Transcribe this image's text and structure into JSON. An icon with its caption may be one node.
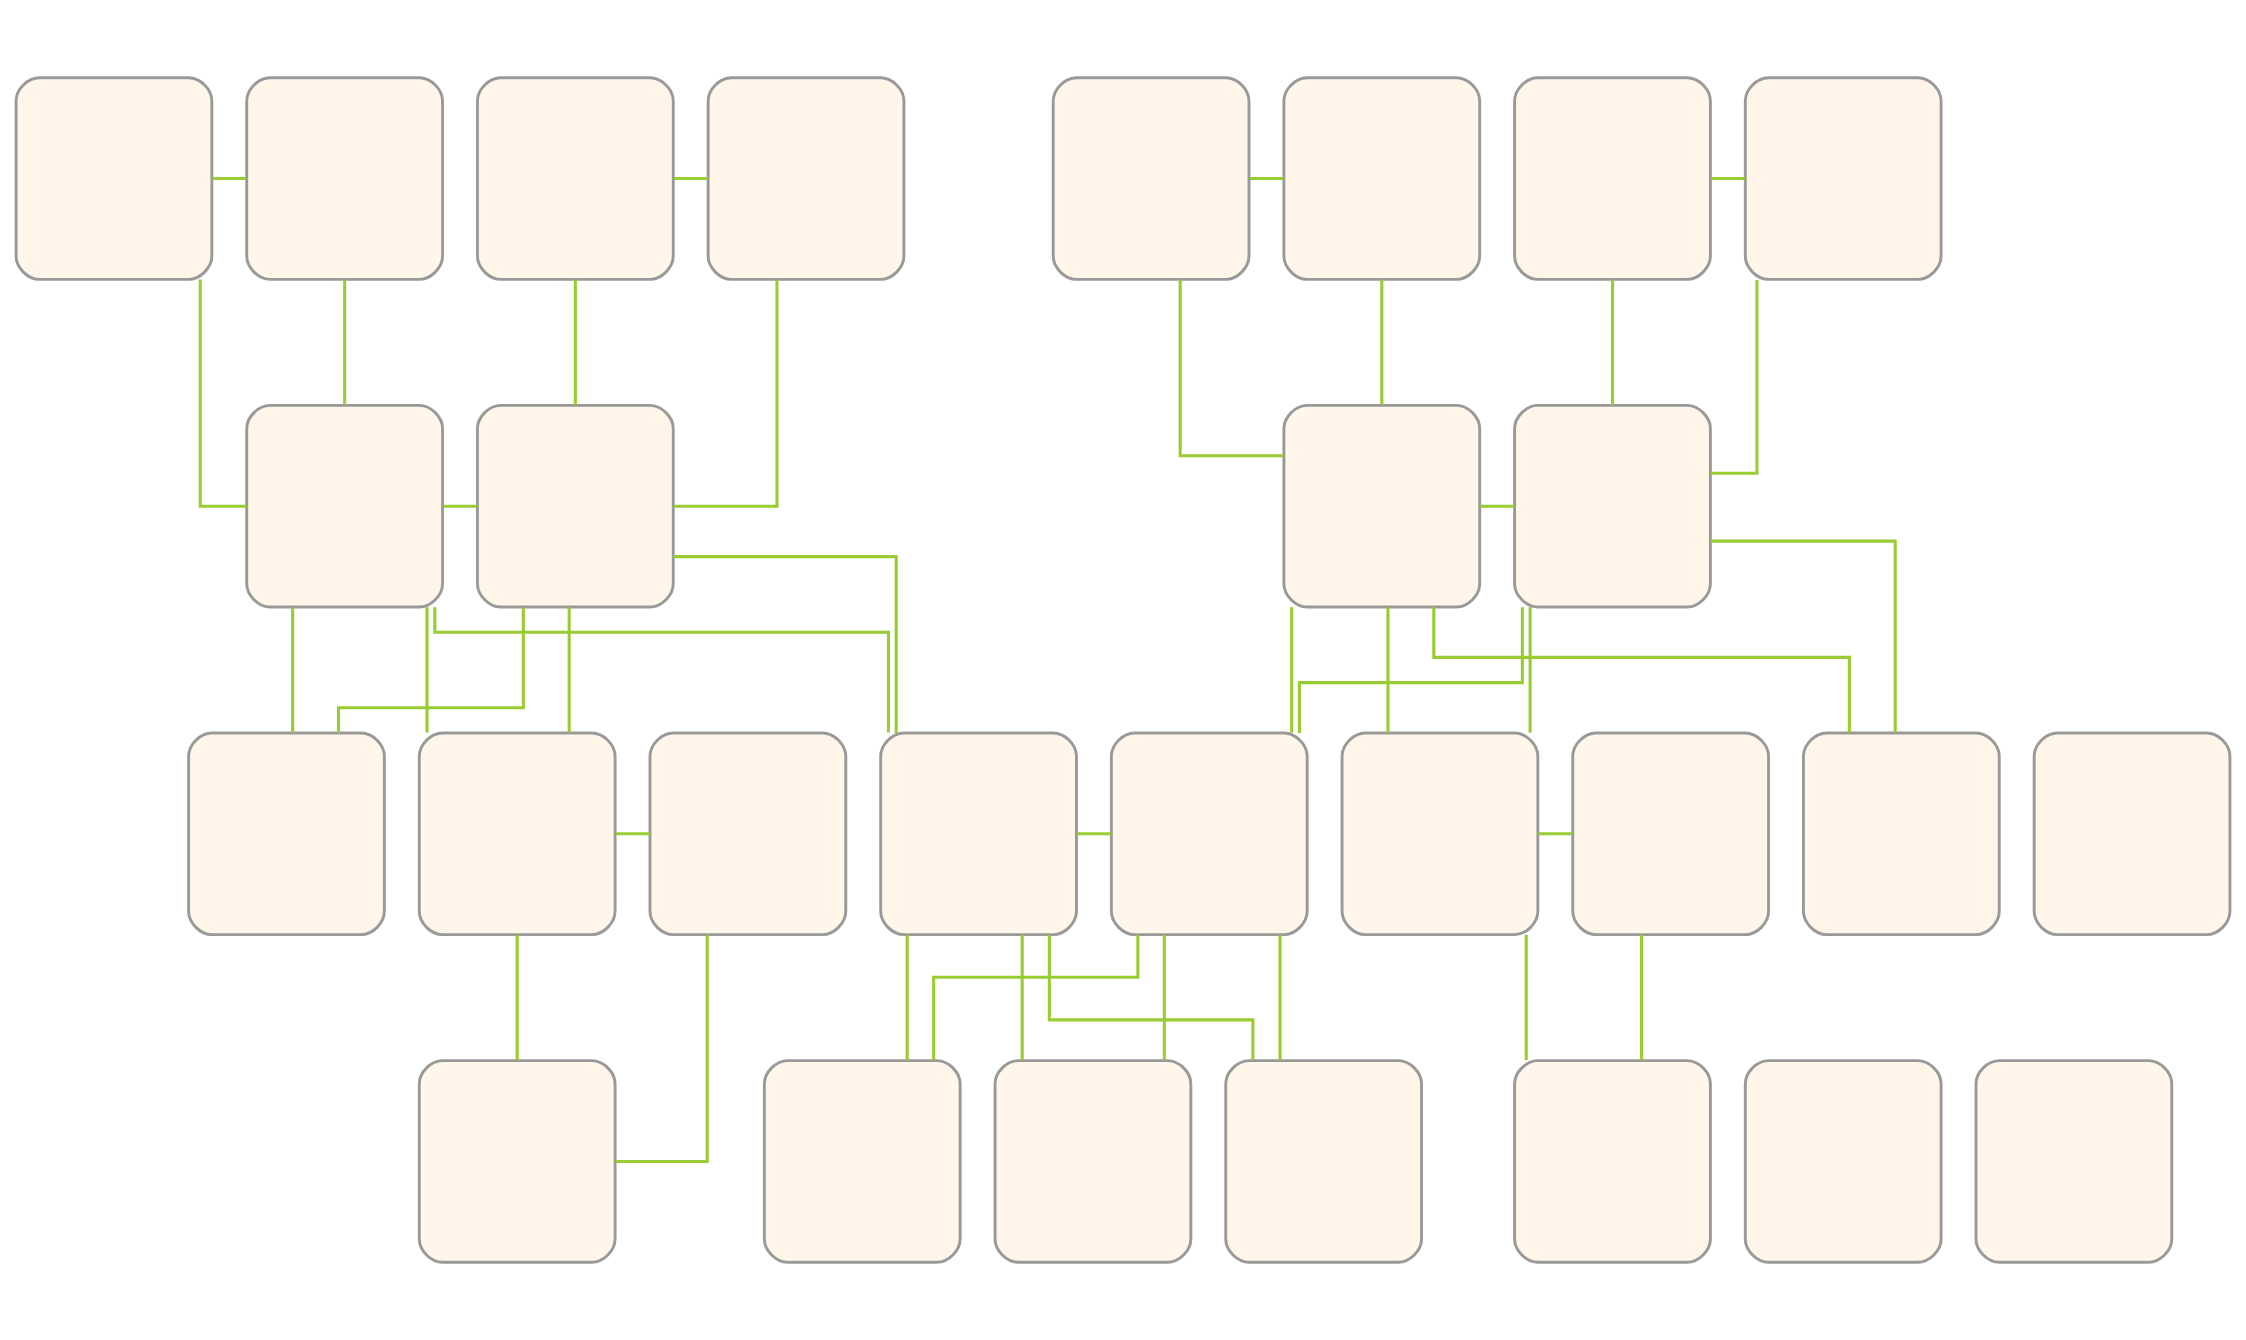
{
  "diagram": {
    "nodes": [
      {
        "text": [],
        "shape": "box"
      },
      {
        "text": [],
        "shape": "box"
      },
      {
        "text": [],
        "shape": "box"
      },
      {
        "text": [],
        "shape": "box"
      },
      {
        "text": [],
        "shape": "box"
      },
      {
        "text": [],
        "shape": "box"
      },
      {
        "text": [],
        "shape": "box"
      },
      {
        "text": [],
        "shape": "box"
      },
      {
        "text": [],
        "shape": "box"
      },
      {
        "text": [],
        "shape": "box"
      },
      {
        "text": [],
        "shape": "box"
      },
      {
        "text": [],
        "shape": "box"
      },
      {
        "text": [],
        "shape": "box"
      },
      {
        "text": [],
        "shape": "box"
      },
      {
        "text": [],
        "shape": "box"
      },
      {
        "text": [],
        "shape": "box"
      },
      {
        "text": [],
        "shape": "box"
      },
      {
        "text": [],
        "shape": "box"
      },
      {
        "text": [],
        "shape": "box"
      },
      {
        "text": [],
        "shape": "box"
      },
      {
        "text": [],
        "shape": "box"
      },
      {
        "text": [],
        "shape": "box"
      },
      {
        "text": [],
        "shape": "box"
      },
      {
        "text": [],
        "shape": "box"
      },
      {
        "text": [],
        "shape": "box"
      },
      {
        "text": [],
        "shape": "box"
      },
      {
        "text": [],
        "shape": "box"
      },
      {
        "text": [],
        "shape": "box"
      }
    ],
    "edges": [
      {
        "from": 0,
        "to": 1,
        "arrow": "none"
      },
      {
        "from": 2,
        "to": 3,
        "arrow": "none"
      },
      {
        "from": 4,
        "to": 5,
        "arrow": "none"
      },
      {
        "from": 6,
        "to": 7,
        "arrow": "none"
      },
      {
        "from": 0,
        "to": 8,
        "arrow": "none"
      },
      {
        "from": 1,
        "to": 8,
        "arrow": "none"
      },
      {
        "from": 2,
        "to": 9,
        "arrow": "none"
      },
      {
        "from": 3,
        "to": 9,
        "arrow": "none"
      },
      {
        "from": 4,
        "to": 10,
        "arrow": "none"
      },
      {
        "from": 5,
        "to": 10,
        "arrow": "none"
      },
      {
        "from": 6,
        "to": 11,
        "arrow": "none"
      },
      {
        "from": 7,
        "to": 11,
        "arrow": "none"
      },
      {
        "from": 8,
        "to": 9,
        "arrow": "none"
      },
      {
        "from": 10,
        "to": 11,
        "arrow": "none"
      },
      {
        "from": 8,
        "to": 12,
        "arrow": "none"
      },
      {
        "from": 9,
        "to": 12,
        "arrow": "none"
      },
      {
        "from": 8,
        "to": 13,
        "arrow": "none"
      },
      {
        "from": 9,
        "to": 13,
        "arrow": "none"
      },
      {
        "from": 8,
        "to": 15,
        "arrow": "none"
      },
      {
        "from": 9,
        "to": 15,
        "arrow": "none"
      },
      {
        "from": 10,
        "to": 16,
        "arrow": "none"
      },
      {
        "from": 11,
        "to": 16,
        "arrow": "none"
      },
      {
        "from": 10,
        "to": 17,
        "arrow": "none"
      },
      {
        "from": 11,
        "to": 17,
        "arrow": "none"
      },
      {
        "from": 10,
        "to": 20,
        "arrow": "none"
      },
      {
        "from": 11,
        "to": 20,
        "arrow": "none"
      },
      {
        "from": 13,
        "to": 14,
        "arrow": "none"
      },
      {
        "from": 15,
        "to": 16,
        "arrow": "none"
      },
      {
        "from": 17,
        "to": 18,
        "arrow": "none"
      },
      {
        "from": 13,
        "to": 22,
        "arrow": "none"
      },
      {
        "from": 14,
        "to": 22,
        "arrow": "none"
      },
      {
        "from": 15,
        "to": 23,
        "arrow": "none"
      },
      {
        "from": 16,
        "to": 23,
        "arrow": "none"
      },
      {
        "from": 15,
        "to": 24,
        "arrow": "none"
      },
      {
        "from": 16,
        "to": 24,
        "arrow": "none"
      },
      {
        "from": 15,
        "to": 25,
        "arrow": "none"
      },
      {
        "from": 16,
        "to": 25,
        "arrow": "none"
      },
      {
        "from": 17,
        "to": 26,
        "arrow": "none"
      },
      {
        "from": 18,
        "to": 26,
        "arrow": "none"
      }
    ]
  }
}
